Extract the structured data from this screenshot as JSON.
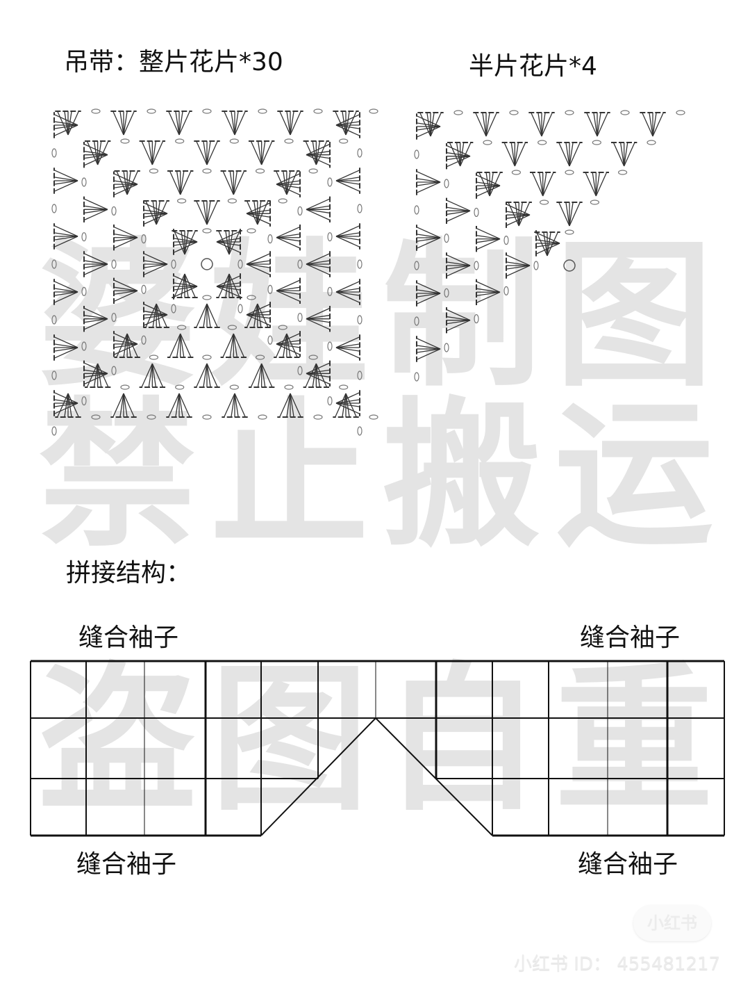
{
  "titles": {
    "full_motif": "吊带：整片花片*30",
    "half_motif": "半片花片*4",
    "assembly": "拼接结构："
  },
  "labels": {
    "top_left": "缝合袖子",
    "top_right": "缝合袖子",
    "bottom_left": "缝合袖子",
    "bottom_right": "缝合袖子"
  },
  "watermarks": [
    "婆娃制图",
    "禁止搬运",
    "盗图自重"
  ],
  "platform": {
    "badge": "小红书",
    "id_text": "小红书 ID： 455481217"
  },
  "colors": {
    "line": "#111111",
    "watermark": "#e4e4e4",
    "stitch": "#333333"
  }
}
